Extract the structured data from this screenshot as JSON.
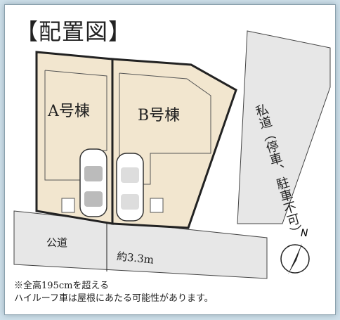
{
  "title": "【配置図】",
  "buildings": {
    "a_label": "A号棟",
    "b_label": "B号棟"
  },
  "roads": {
    "public": "公道",
    "width": "約3.3m",
    "private": "私道（停車、駐車不可）"
  },
  "north_label": "N",
  "note": {
    "line1": "※全高195cmを超える",
    "line2": "ハイルーフ車は屋根にあたる可能性があります。"
  },
  "colors": {
    "lot_fill": "#f2e6cf",
    "road_fill": "#e7e7e7",
    "outline": "#222222",
    "background": "#cfe0ea"
  }
}
